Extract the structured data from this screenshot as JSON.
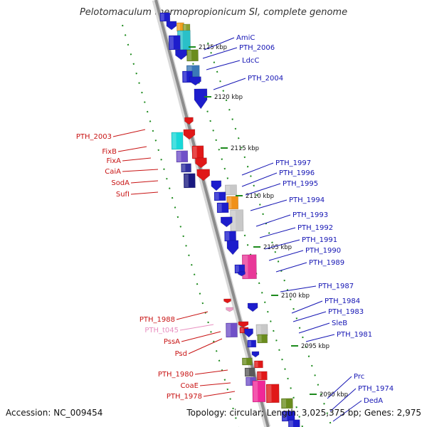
{
  "title": "Pelotomaculum thermopropionicum SI, complete genome",
  "footer": {
    "accession": "Accession: NC_009454",
    "info": "Topology: circular; Length: 3,025,375 bp; Genes: 2,975"
  },
  "colors": {
    "backbone": "#8c8c8c",
    "dotted_track": "#1d8a1d",
    "forward_label": "#1515b4",
    "reverse_label": "#c81414",
    "rna_label": "#e88fc0",
    "tick_text": "#111111"
  },
  "ticks": [
    "2125 kbp",
    "2120 kbp",
    "2115 kbp",
    "2110 kbp",
    "2105 kbp",
    "2100 kbp",
    "2095 kbp",
    "2090 kbp"
  ],
  "labels": {
    "right": [
      "AmiC",
      "PTH_2006",
      "LdcC",
      "PTH_2004",
      "PTH_1997",
      "PTH_1996",
      "PTH_1995",
      "PTH_1994",
      "PTH_1993",
      "PTH_1992",
      "PTH_1991",
      "PTH_1990",
      "PTH_1989",
      "PTH_1987",
      "PTH_1984",
      "PTH_1983",
      "SleB",
      "PTH_1981",
      "Prc",
      "PTH_1974",
      "DedA"
    ],
    "left": [
      "PTH_2003",
      "FixB",
      "FixA",
      "CaiA",
      "SodA",
      "SufI",
      "PTH_1988",
      "PTH_t045",
      "PssA",
      "Psd",
      "PTH_1980",
      "CoaE",
      "PTH_1978"
    ]
  }
}
